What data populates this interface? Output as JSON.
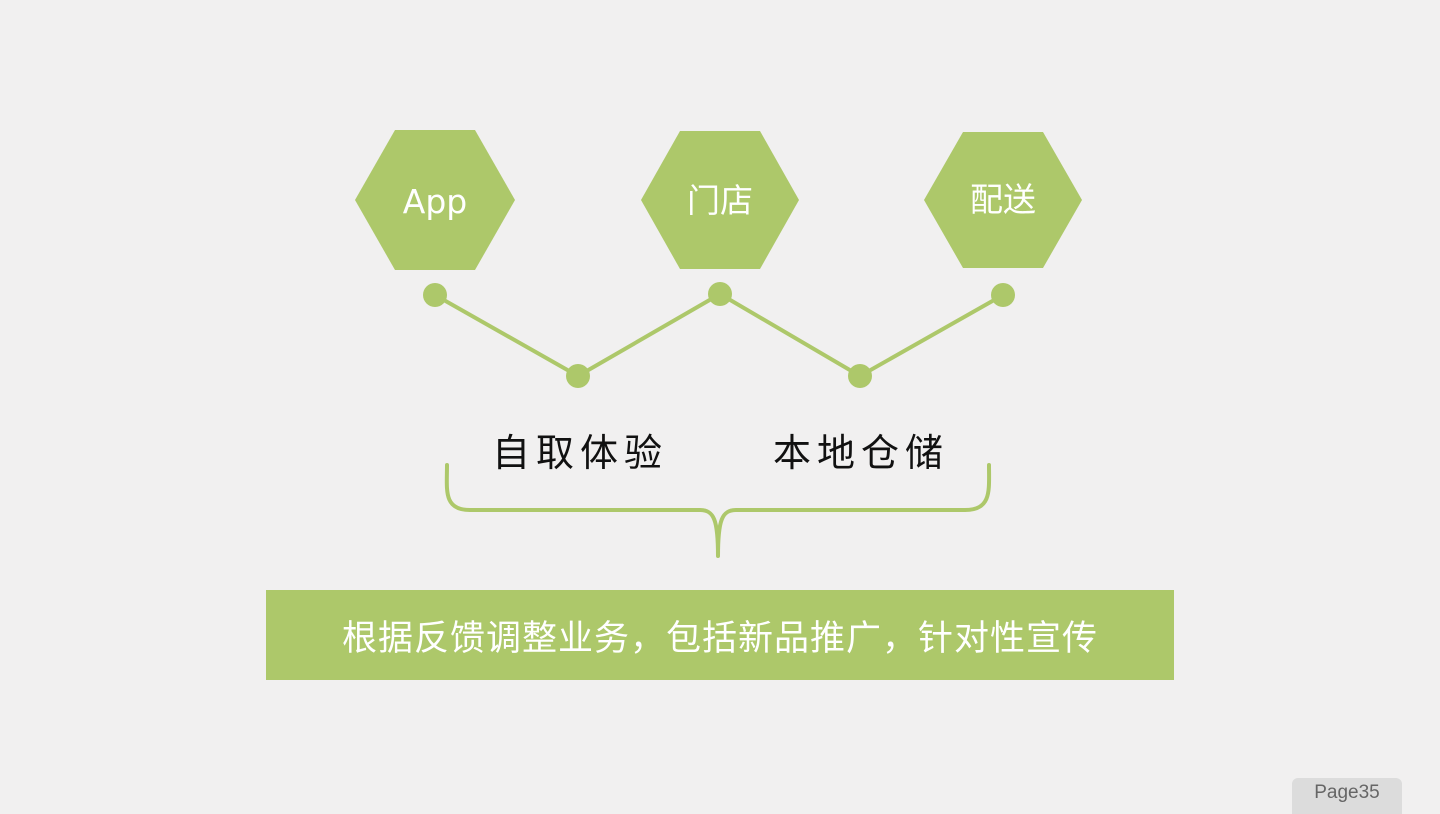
{
  "colors": {
    "accent": "#adc86a",
    "background": "#f1f0f0",
    "text_dark": "#111111",
    "text_light": "#ffffff"
  },
  "hexagons": [
    {
      "label": "App"
    },
    {
      "label": "门店"
    },
    {
      "label": "配送"
    }
  ],
  "middle_labels": [
    {
      "label": "自取体验"
    },
    {
      "label": "本地仓储"
    }
  ],
  "banner": {
    "text": "根据反馈调整业务，包括新品推广，针对性宣传"
  },
  "page": {
    "prefix": "Page",
    "number": "35"
  }
}
